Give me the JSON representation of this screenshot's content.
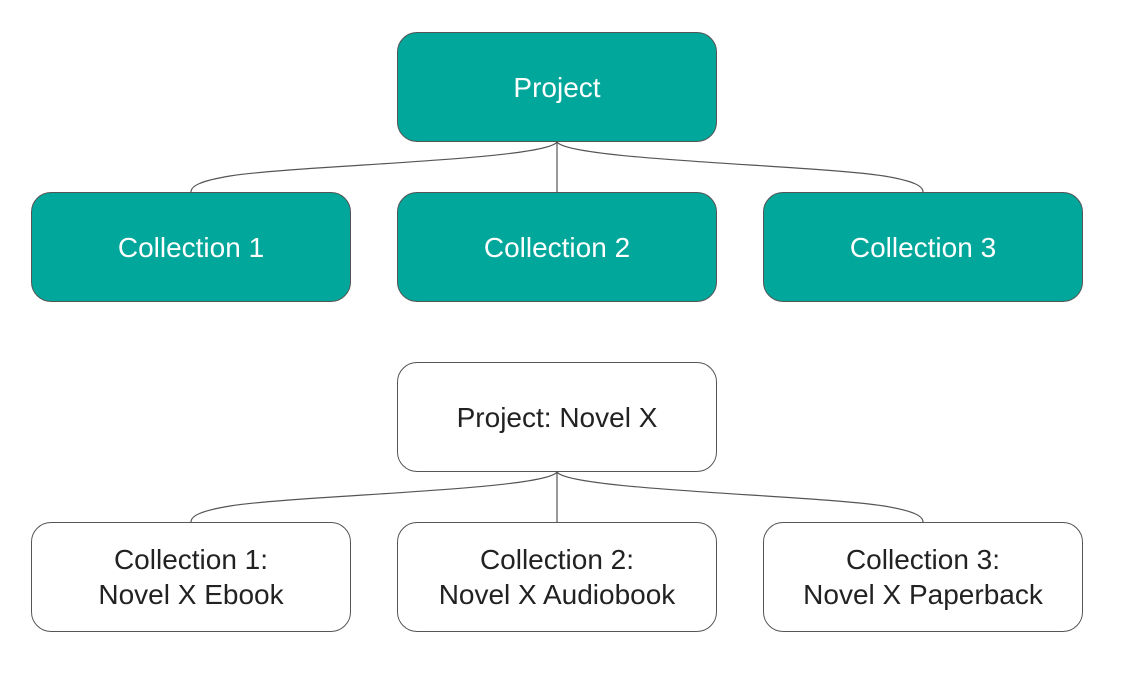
{
  "colors": {
    "filled_node": "#00a79a",
    "filled_text": "#ffffff",
    "outline": "#555555",
    "connector": "#555555"
  },
  "top_tree": {
    "root": {
      "label": "Project"
    },
    "children": [
      {
        "label": "Collection 1"
      },
      {
        "label": "Collection 2"
      },
      {
        "label": "Collection 3"
      }
    ]
  },
  "bottom_tree": {
    "root": {
      "label": "Project: Novel X"
    },
    "children": [
      {
        "line1": "Collection 1:",
        "line2": "Novel X Ebook"
      },
      {
        "line1": "Collection 2:",
        "line2": "Novel X Audiobook"
      },
      {
        "line1": "Collection 3:",
        "line2": "Novel X Paperback"
      }
    ]
  }
}
